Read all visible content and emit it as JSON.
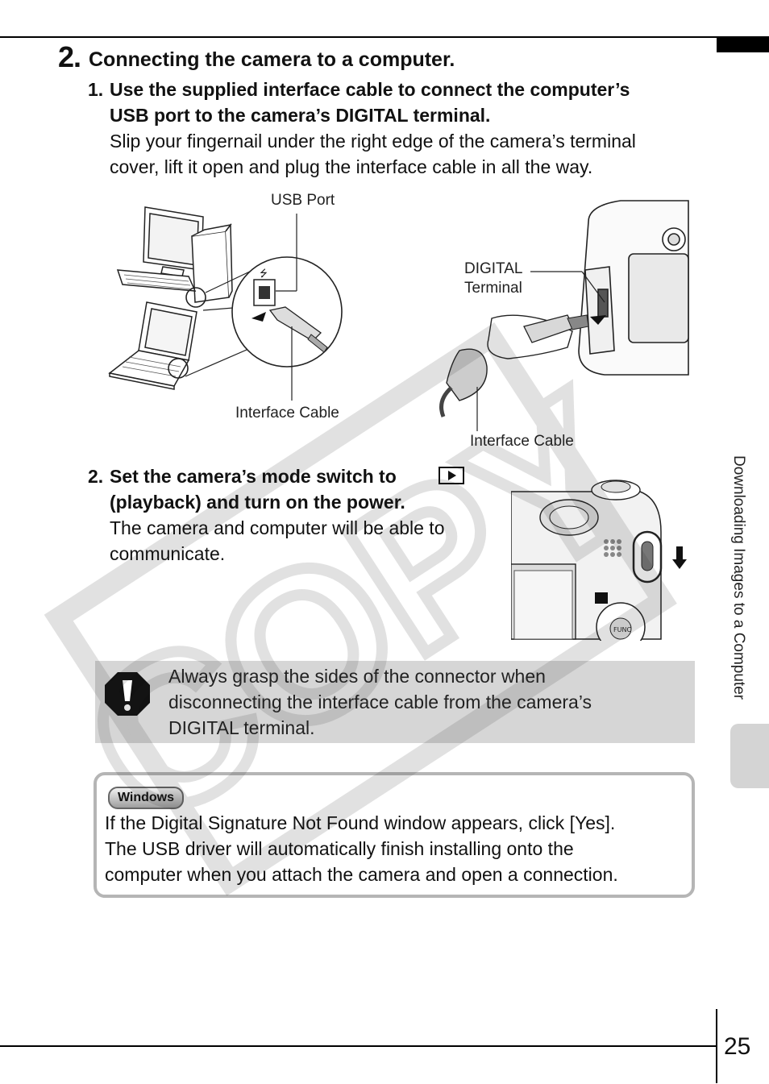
{
  "step": {
    "number": "2.",
    "title": "Connecting the camera to a computer."
  },
  "sub1": {
    "number": "1.",
    "heading_line1": "Use the supplied interface cable to connect the computer’s",
    "heading_line2": "USB port to the camera’s DIGITAL terminal.",
    "body_line1": "Slip your fingernail under the right edge of the camera’s terminal",
    "body_line2": "cover, lift it open and plug the interface cable in all the way."
  },
  "figure1": {
    "usb_port_label": "USB Port",
    "interface_cable_label_left": "Interface Cable",
    "digital_label_line1": "DIGITAL",
    "digital_label_line2": "Terminal",
    "interface_cable_label_right": "Interface Cable"
  },
  "sub2": {
    "number": "2.",
    "heading_line1": "Set the camera’s mode switch to",
    "heading_line2": "(playback) and turn on the power.",
    "body_line1": "The camera and computer will be able to",
    "body_line2": "communicate."
  },
  "caution": {
    "line1": "Always grasp the sides of the connector when",
    "line2": "disconnecting the interface cable from the camera’s",
    "line3": "DIGITAL terminal."
  },
  "windows_note": {
    "badge": "Windows",
    "line1": "If the Digital Signature Not Found window appears, click [Yes].",
    "line2": "The USB driver will automatically finish installing onto the",
    "line3": "computer when you attach the camera and open a connection."
  },
  "sidebar": {
    "section_title": "Downloading Images to a Computer"
  },
  "watermark": "COPY",
  "page_number": "25"
}
